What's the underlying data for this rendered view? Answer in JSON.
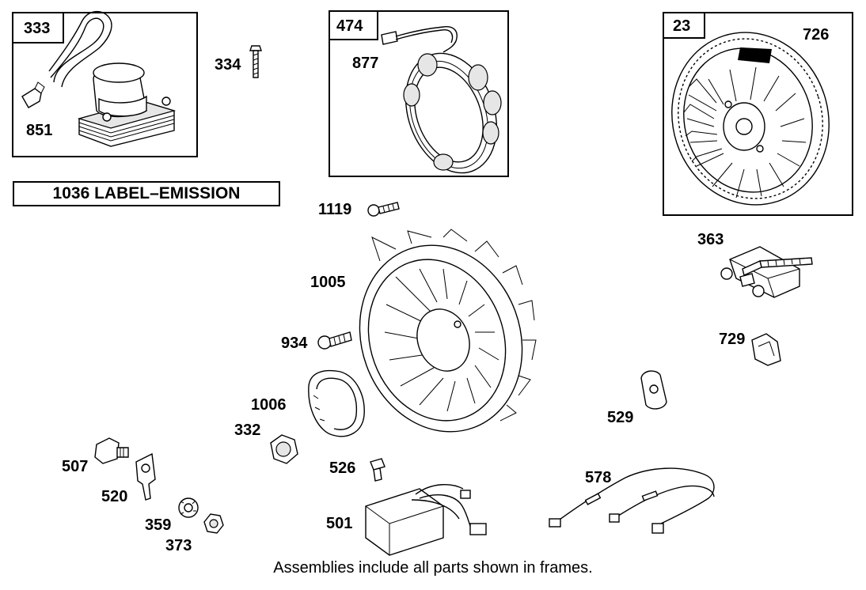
{
  "frames": [
    {
      "id": "333",
      "parts": [
        "851"
      ]
    },
    {
      "id": "474",
      "parts": [
        "877"
      ]
    },
    {
      "id": "23",
      "parts": [
        "726"
      ]
    }
  ],
  "emission_label": "1036 LABEL–EMISSION",
  "part_labels": {
    "p334": "334",
    "p851": "851",
    "p877": "877",
    "p726": "726",
    "p1119": "1119",
    "p1005": "1005",
    "p934": "934",
    "p1006": "1006",
    "p332": "332",
    "p526": "526",
    "p507": "507",
    "p520": "520",
    "p359": "359",
    "p373": "373",
    "p501": "501",
    "p578": "578",
    "p529": "529",
    "p729": "729",
    "p363": "363"
  },
  "footer_note": "Assemblies include all parts shown in frames."
}
